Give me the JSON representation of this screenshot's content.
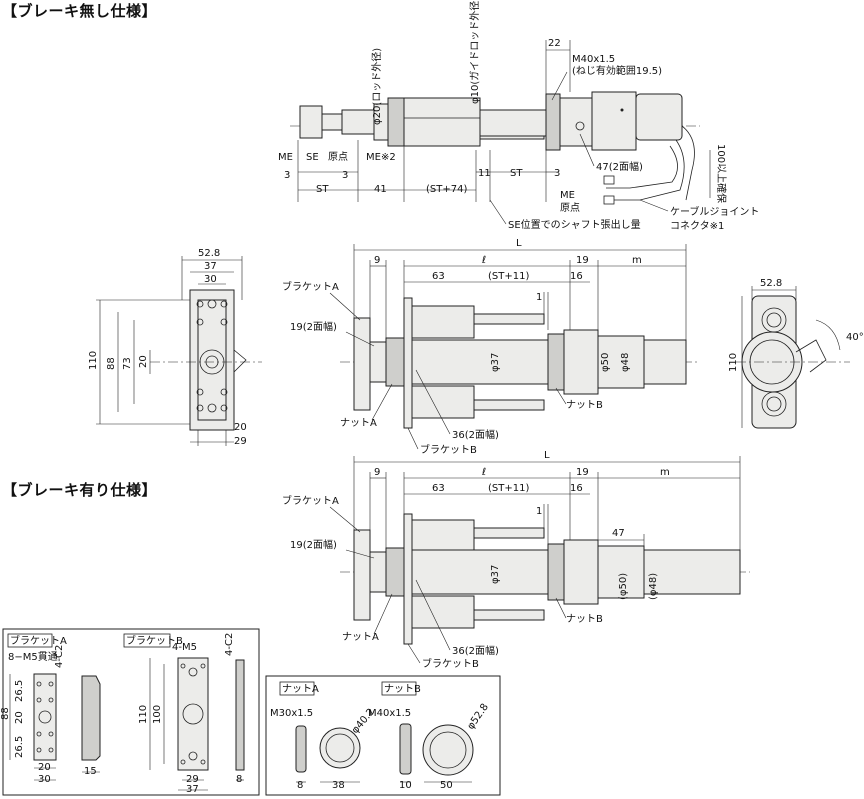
{
  "headings": {
    "no_brake": "【ブレーキ無し仕様】",
    "with_brake": "【ブレーキ有り仕様】"
  },
  "top_view": {
    "rod_dia": "φ20(ロッド外径)",
    "guide_rod_dia": "φ10(ガイドロッド外径)",
    "dim_22": "22",
    "m40": "M40x1.5",
    "thread_range": "(ねじ有効範囲19.5)",
    "me_left": "ME",
    "se": "SE",
    "origin_left": "原点",
    "me_note": "ME※2",
    "dim_3a": "3",
    "dim_3b": "3",
    "dim_3c": "3",
    "st_left": "ST",
    "dim_41": "41",
    "st_74": "(ST+74)",
    "dim_11": "11",
    "st_mid": "ST",
    "wrench47": "47(2面幅)",
    "me_right": "ME",
    "origin_right": "原点",
    "over100": "100以上確保",
    "cable_joint": "ケーブルジョイント",
    "connector": "コネクタ※1",
    "shaft_note": "SE位置でのシャフト張出し量"
  },
  "middle_view": {
    "L": "L",
    "dim_9": "9",
    "ell": "ℓ",
    "dim_19": "19",
    "m": "m",
    "dim_63": "63",
    "st_11": "(ST+11)",
    "dim_16": "16",
    "dim_1": "1",
    "bracket_a": "ブラケットA",
    "wrench19": "19(2面幅)",
    "dia37": "φ37",
    "dia50": "φ50",
    "dia48": "φ48",
    "nut_a": "ナットA",
    "nut_b": "ナットB",
    "wrench36": "36(2面幅)",
    "bracket_b": "ブラケットB"
  },
  "bottom_view": {
    "L": "L",
    "dim_9": "9",
    "ell": "ℓ",
    "dim_19": "19",
    "m": "m",
    "dim_63": "63",
    "st_11": "(ST+11)",
    "dim_16": "16",
    "dim_1": "1",
    "dim_47": "47",
    "bracket_a": "ブラケットA",
    "wrench19": "19(2面幅)",
    "dia37": "φ37",
    "dia50": "(φ50)",
    "dia48": "(φ48)",
    "nut_a": "ナットA",
    "nut_b": "ナットB",
    "wrench36": "36(2面幅)",
    "bracket_b": "ブラケットB"
  },
  "left_end_view": {
    "w52_8": "52.8",
    "w37": "37",
    "w30": "30",
    "h110": "110",
    "h88": "88",
    "h73": "73",
    "h20": "20",
    "d20": "20",
    "d29": "29"
  },
  "right_end_view": {
    "w52_8": "52.8",
    "h110": "110",
    "angle": "40°"
  },
  "bracket_box": {
    "title_a": "ブラケットA",
    "holes_a": "8−M5貫通",
    "chamfer_a": "4-C2",
    "h88": "88",
    "v26_5a": "26.5",
    "v20": "20",
    "v26_5b": "26.5",
    "w20": "20",
    "w30": "30",
    "t15": "15",
    "title_b": "ブラケットB",
    "holes_b": "4-M5",
    "chamfer_b": "4-C2",
    "h110": "110",
    "h100": "100",
    "w29": "29",
    "w37": "37",
    "t8": "8"
  },
  "nut_box": {
    "title_a": "ナットA",
    "title_b": "ナットB",
    "m30": "M30x1.5",
    "d40_2": "φ40.2",
    "m40": "M40x1.5",
    "d52_8": "φ52.8",
    "t8": "8",
    "w38": "38",
    "t10": "10",
    "w50": "50"
  }
}
